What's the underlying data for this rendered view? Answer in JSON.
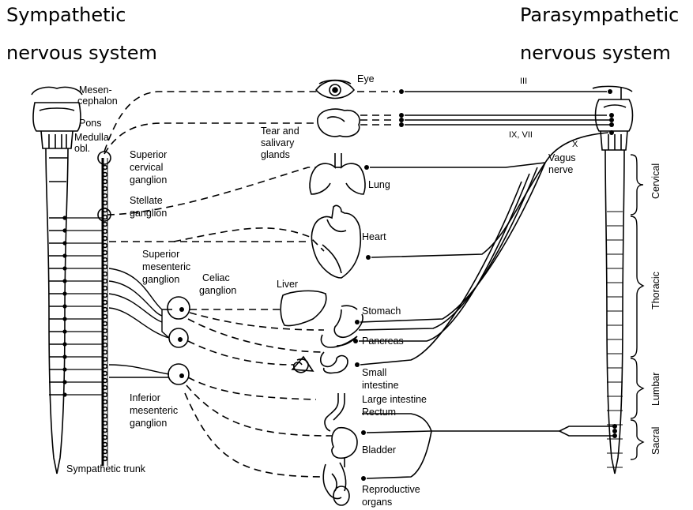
{
  "headers": {
    "sympathetic_line1": "Sympathetic",
    "sympathetic_line2": "nervous system",
    "parasympathetic_line1": "Parasympathetic",
    "parasympathetic_line2": "nervous system"
  },
  "brain_labels": {
    "mesencephalon_1": "Mesen-",
    "mesencephalon_2": "cephalon",
    "pons": "Pons",
    "medulla_1": "Medulla",
    "medulla_2": "obl."
  },
  "ganglia": {
    "superior_cervical_1": "Superior",
    "superior_cervical_2": "cervical",
    "superior_cervical_3": "ganglion",
    "stellate_1": "Stellate",
    "stellate_2": "ganglion",
    "superior_mesenteric_1": "Superior",
    "superior_mesenteric_2": "mesenteric",
    "superior_mesenteric_3": "ganglion",
    "celiac_1": "Celiac",
    "celiac_2": "ganglion",
    "inferior_mesenteric_1": "Inferior",
    "inferior_mesenteric_2": "mesenteric",
    "inferior_mesenteric_3": "ganglion",
    "sympathetic_trunk": "Sympathetic trunk"
  },
  "organs": {
    "eye": "Eye",
    "tear_1": "Tear and",
    "tear_2": "salivary",
    "tear_3": "glands",
    "lung": "Lung",
    "heart": "Heart",
    "liver": "Liver",
    "stomach": "Stomach",
    "pancreas": "Pancreas",
    "small_intestine_1": "Small",
    "small_intestine_2": "intestine",
    "large_intestine": "Large intestine",
    "rectum": "Rectum",
    "bladder": "Bladder",
    "reproductive_1": "Reproductive",
    "reproductive_2": "organs"
  },
  "cranial_nerves": {
    "III": "III",
    "IX_VII": "IX, VII",
    "X": "X",
    "vagus_1": "Vagus",
    "vagus_2": "nerve"
  },
  "regions": {
    "cervical": "Cervical",
    "thoracic": "Thoracic",
    "lumbar": "Lumbar",
    "sacral": "Sacral"
  }
}
